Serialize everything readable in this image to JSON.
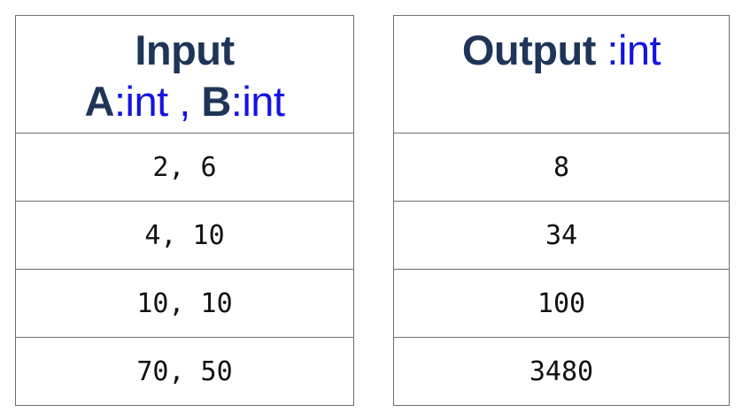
{
  "input_table": {
    "header": {
      "title": "Input",
      "param_a_name": "A",
      "param_a_type": ":int",
      "separator": " , ",
      "param_b_name": "B",
      "param_b_type": ":int"
    },
    "rows": [
      "2, 6",
      "4, 10",
      "10, 10",
      "70, 50"
    ]
  },
  "output_table": {
    "header": {
      "title": "Output",
      "type": " :int"
    },
    "rows": [
      "8",
      "34",
      "100",
      "3480"
    ]
  },
  "colors": {
    "keyword": "#1f3558",
    "type": "#1414e0",
    "border": "#6e6e6e",
    "text": "#111111"
  }
}
